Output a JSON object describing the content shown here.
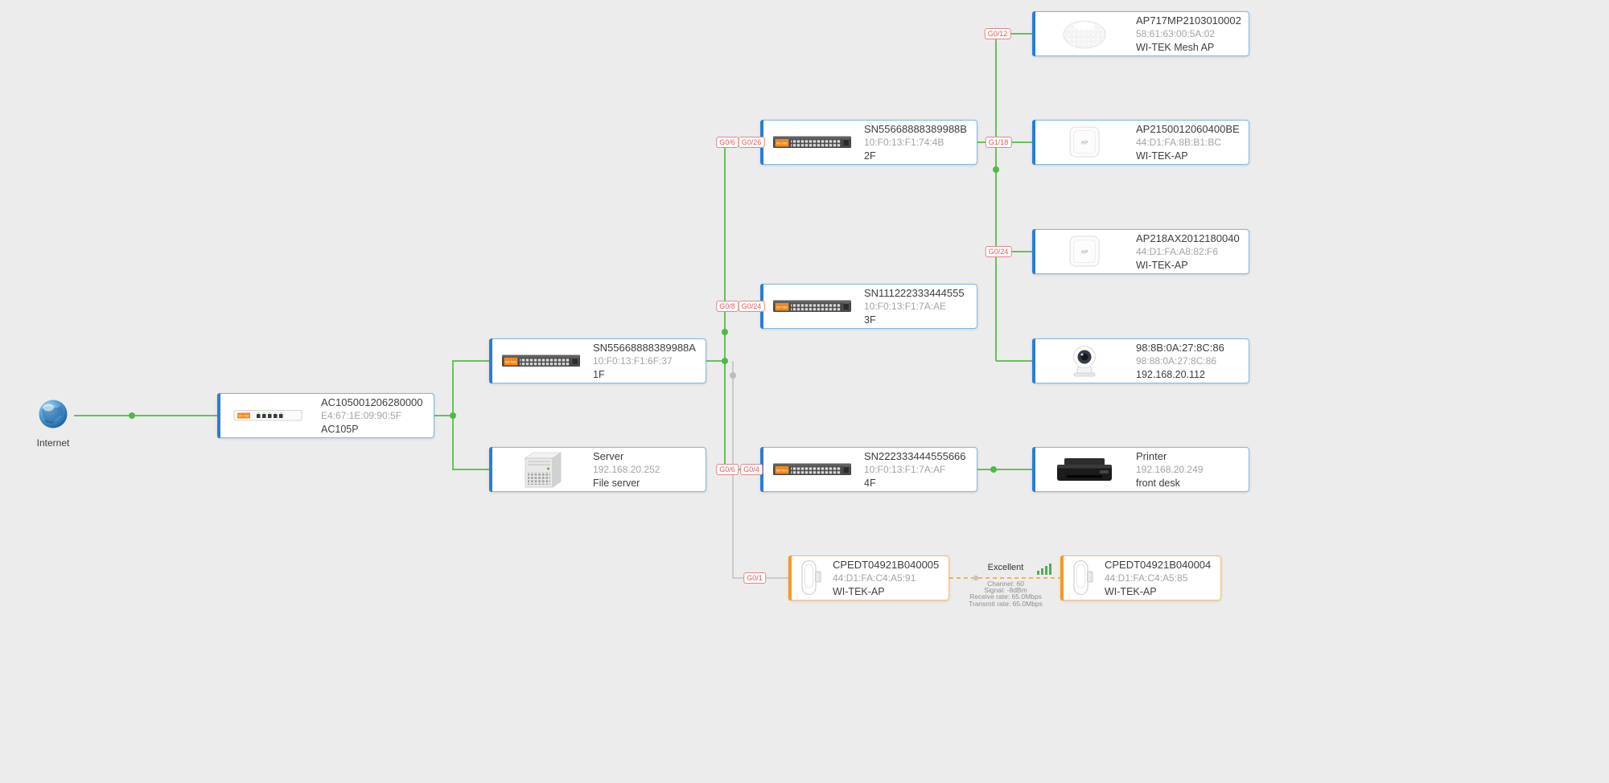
{
  "meta": {
    "brand_label": "WI-TEK",
    "ap_label": "AP"
  },
  "internet": {
    "label": "Internet"
  },
  "nodes": [
    {
      "id": "ac105p",
      "type": "router",
      "title": "AC105001206280000",
      "sub": "E4:67:1E:09:90:5F",
      "name": "AC105P"
    },
    {
      "id": "switch-1f",
      "type": "switch",
      "title": "SN55668888389988A",
      "sub": "10:F0:13:F1:6F:37",
      "name": "1F"
    },
    {
      "id": "file-server",
      "type": "server",
      "title": "Server",
      "sub": "192.168.20.252",
      "name": "File server"
    },
    {
      "id": "switch-2f",
      "type": "switch",
      "title": "SN55668888389988B",
      "sub": "10:F0:13:F1:74:4B",
      "name": "2F"
    },
    {
      "id": "switch-3f",
      "type": "switch",
      "title": "SN111222333444555",
      "sub": "10:F0:13:F1:7A:AE",
      "name": "3F"
    },
    {
      "id": "switch-4f",
      "type": "switch",
      "title": "SN222333444555666",
      "sub": "10:F0:13:F1:7A:AF",
      "name": "4F"
    },
    {
      "id": "mesh-ap",
      "type": "mesh-ap",
      "title": "AP717MP2103010002",
      "sub": "58:61:63:00:5A:02",
      "name": "WI-TEK Mesh AP"
    },
    {
      "id": "ap-2f",
      "type": "ap",
      "title": "AP2150012060400BE",
      "sub": "44:D1:FA:8B:B1:BC",
      "name": "WI-TEK-AP"
    },
    {
      "id": "ap-3f",
      "type": "ap",
      "title": "AP218AX2012180040",
      "sub": "44:D1:FA:A8:82:F6",
      "name": "WI-TEK-AP"
    },
    {
      "id": "camera",
      "type": "camera",
      "title": "98:8B:0A:27:8C:86",
      "sub": "98:88:0A:27:8C:86",
      "name": "192.168.20.112"
    },
    {
      "id": "printer",
      "type": "printer",
      "title": "Printer",
      "sub": "192.168.20.249",
      "name": "front desk"
    },
    {
      "id": "cpe-5",
      "type": "cpe",
      "title": "CPEDT04921B040005",
      "sub": "44:D1:FA:C4:A5:91",
      "name": "WI-TEK-AP"
    },
    {
      "id": "cpe-4",
      "type": "cpe",
      "title": "CPEDT04921B040004",
      "sub": "44:D1:FA:C4:A5:85",
      "name": "WI-TEK-AP"
    }
  ],
  "ports": [
    {
      "label": "G0/12"
    },
    {
      "label": "G0/6"
    },
    {
      "label": "G0/26"
    },
    {
      "label": "G1/18"
    },
    {
      "label": "G0/24"
    },
    {
      "label": "G0/8"
    },
    {
      "label": "G0/24"
    },
    {
      "label": "G0/6"
    },
    {
      "label": "G0/4"
    },
    {
      "label": "G0/1"
    }
  ],
  "wireless": {
    "quality": "Excellent",
    "stats": [
      "Channel: 60",
      "Signal: -8dBm",
      "Receive rate: 65.0Mbps",
      "Transmit rate: 65.0Mbps"
    ]
  },
  "colors": {
    "link_up": "#69c05c",
    "link_idle": "#c2c2c2",
    "wireless_link": "#f0a030",
    "node_accent": "#2d7dd2",
    "cpe_accent": "#f59a23",
    "port_label": "#e05a5a",
    "signal_bars": "#4caf50"
  }
}
